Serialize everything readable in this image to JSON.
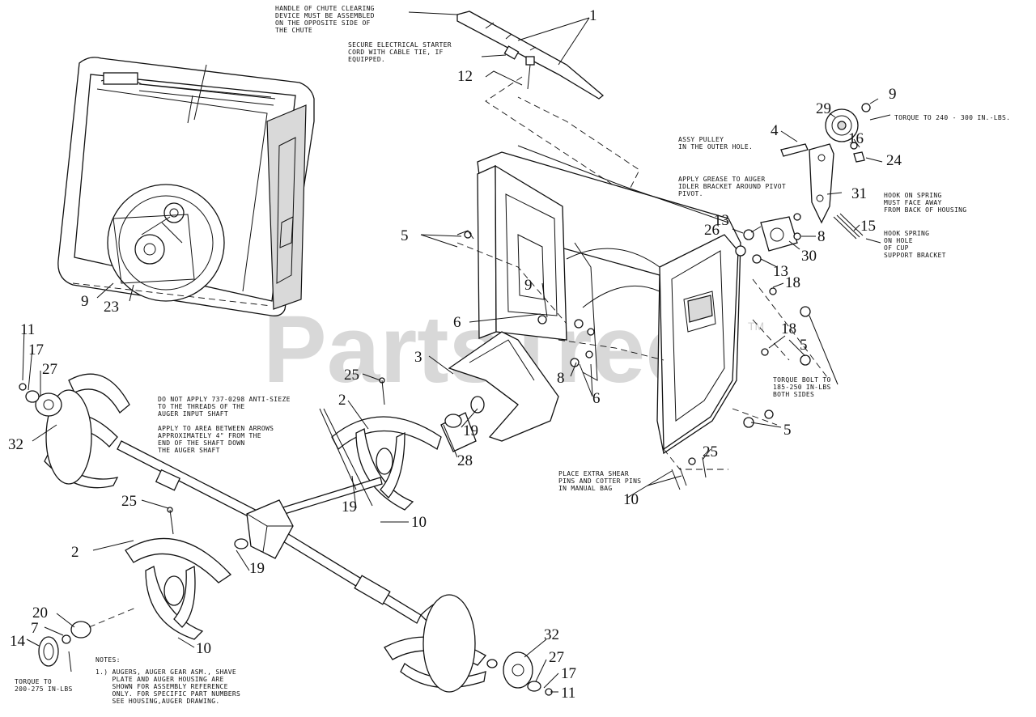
{
  "watermark": {
    "brand": "PartsTree",
    "trademark": "TM"
  },
  "callouts": {
    "c1": "1",
    "c12": "12",
    "c9a": "9",
    "c23": "23",
    "c29": "29",
    "c9b": "9",
    "c4": "4",
    "c16": "16",
    "c24": "24",
    "c31": "31",
    "c15": "15",
    "c13a": "13",
    "c26": "26",
    "c8a": "8",
    "c30": "30",
    "c13b": "13",
    "c18a": "18",
    "c5a": "5",
    "c9c": "9",
    "c6a": "6",
    "c3": "3",
    "c8b": "8",
    "c6b": "6",
    "c18b": "18",
    "c5b": "5",
    "c5c": "5",
    "c25a": "25",
    "c10a": "10",
    "c11a": "11",
    "c17a": "17",
    "c27a": "27",
    "c32a": "32",
    "c25b": "25",
    "c2a": "2",
    "c19a": "19",
    "c28": "28",
    "c19b": "19",
    "c10b": "10",
    "c25c": "25",
    "c2b": "2",
    "c19c": "19",
    "c20": "20",
    "c7": "7",
    "c14": "14",
    "c10c": "10",
    "c32b": "32",
    "c27b": "27",
    "c17b": "17",
    "c11b": "11"
  },
  "notes": {
    "chute_handle": [
      "HANDLE OF CHUTE CLEARING",
      "DEVICE MUST BE ASSEMBLED",
      "ON THE OPPOSITE SIDE OF",
      "THE CHUTE"
    ],
    "starter_cord": [
      "SECURE ELECTRICAL STARTER",
      "CORD WITH CABLE TIE, IF",
      "EQUIPPED."
    ],
    "torque_pulley": [
      "TORQUE TO 240 - 300 IN.-LBS."
    ],
    "assy_pulley": [
      "ASSY PULLEY",
      "IN THE OUTER HOLE."
    ],
    "grease": [
      "APPLY GREASE TO AUGER",
      "IDLER BRACKET AROUND PIVOT",
      "PIVOT."
    ],
    "hook_spring_face": [
      "HOOK ON SPRING",
      "MUST FACE AWAY",
      "FROM BACK OF HOUSING"
    ],
    "hook_spring_hole": [
      "HOOK SPRING",
      "ON HOLE",
      "OF CUP",
      "SUPPORT BRACKET"
    ],
    "torque_bolt": [
      "TORQUE BOLT TO",
      "185-250 IN-LBS",
      "BOTH SIDES"
    ],
    "anti_seize": [
      "DO NOT APPLY 737-0298 ANTI-SIEZE",
      "TO THE THREADS OF THE",
      "AUGER INPUT SHAFT",
      "",
      "APPLY TO AREA BETWEEN ARROWS",
      "APPROXIMATELY 4\" FROM THE",
      "END OF THE SHAFT DOWN",
      "THE AUGER SHAFT"
    ],
    "shear_pins": [
      "PLACE EXTRA SHEAR",
      "PINS AND COTTER PINS",
      "IN MANUAL BAG"
    ],
    "torque_14": [
      "TORQUE TO",
      "200-275 IN-LBS"
    ],
    "notes_title": [
      "NOTES:"
    ],
    "notes_body": [
      "1.) AUGERS, AUGER GEAR ASM., SHAVE",
      "    PLATE AND AUGER HOUSING ARE",
      "    SHOWN FOR ASSEMBLY REFERENCE",
      "    ONLY. FOR SPECIFIC PART NUMBERS",
      "    SEE HOUSING,AUGER DRAWING."
    ]
  }
}
